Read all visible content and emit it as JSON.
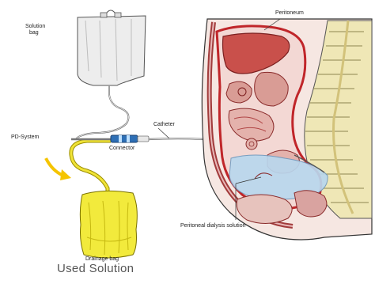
{
  "labels": {
    "solution_bag_line1": "Solution",
    "solution_bag_line2": "bag",
    "peritoneum": "Peritoneum",
    "pd_system": "PD-System",
    "catheter": "Catheter",
    "connector": "Connector",
    "dialysis_solution": "Peritoneal dialysis solution",
    "drainage_bag": "Drainage bag",
    "caption": "Used Solution"
  },
  "colors": {
    "solution_bag": "#ededed",
    "drainage_bag": "#f2ea3c",
    "tubing": "#f0e336",
    "connector": "#2e6fb5",
    "peritoneum_red": "#c0262a",
    "organ_fill": "#d9a3a0",
    "dialysate": "#b9d7ee",
    "spine": "#f4efc4",
    "arrow": "#f5c400"
  },
  "icons": {
    "flow_arrow": "curved-arrow-icon"
  }
}
